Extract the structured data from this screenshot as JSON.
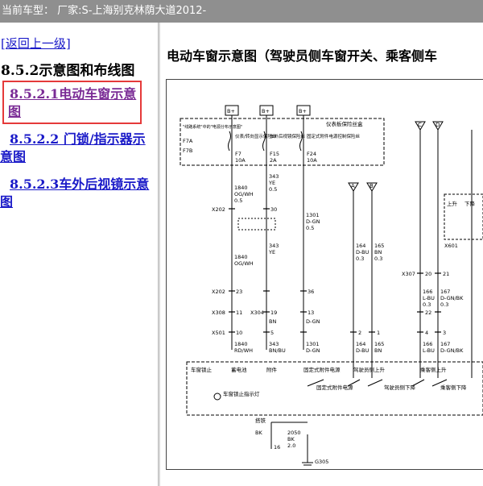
{
  "window": {
    "title": "当前车型：  厂家:S-上海别克林荫大道2012-"
  },
  "nav": {
    "back_label": "[返回上一级]",
    "section_title": "8.5.2示意图和布线图",
    "items": [
      {
        "label": "8.5.2.1电动车窗示意图"
      },
      {
        "label": "8.5.2.2 门锁/指示器示意图"
      },
      {
        "label": "8.5.2.3车外后视镜示意图"
      }
    ]
  },
  "diagram": {
    "title": "电动车窗示意图（驾驶员侧车窗开关、乘客侧车",
    "bplus": "B+",
    "panel_title": "仪表板保险丝盒",
    "fuse_note": "\"线路系统\"中的\"电源分布示意图\"",
    "fuses": [
      {
        "pins": [
          "F7A",
          "F7B"
        ],
        "name": "仪表/转向显示保险丝",
        "id": "F7",
        "rating": "10A"
      },
      {
        "pins": [],
        "name": "车外后视镜保险丝",
        "id": "F15",
        "rating": "2A"
      },
      {
        "pins": [],
        "name": "固定式附件电源控制保险丝",
        "id": "F24",
        "rating": "10A"
      }
    ],
    "conn_a": "A",
    "conn_b": "B",
    "conn_c": "C",
    "conn_d": "D",
    "wires": [
      {
        "circuit": "1840",
        "color": "OG/WH",
        "gauge": "0.5"
      },
      {
        "circuit": "343",
        "color": "YE",
        "gauge": "0.5"
      },
      {
        "circuit": "1301",
        "color": "D-GN",
        "gauge": "0.5"
      },
      {
        "circuit": "164",
        "color": "D-BU",
        "gauge": "0.3"
      },
      {
        "circuit": "165",
        "color": "BN",
        "gauge": "0.3"
      },
      {
        "circuit": "166",
        "color": "L-BU",
        "gauge": "0.3"
      },
      {
        "circuit": "167",
        "color": "D-GN/BK",
        "gauge": "0.3"
      },
      {
        "circuit": "2050",
        "color": "BK",
        "gauge": "2.0"
      }
    ],
    "connectors": [
      "X202",
      "X308",
      "X304",
      "X501",
      "X307",
      "X601"
    ],
    "pins": [
      "23",
      "30",
      "36",
      "11",
      "19",
      "13",
      "10",
      "5",
      "2",
      "1",
      "4",
      "3",
      "20",
      "21",
      "22",
      "16"
    ],
    "wire_labels": {
      "og_wh": "OG/WH",
      "rd_wh": "RD/WH",
      "bn": "BN",
      "bn_bu": "BN/BU",
      "d_gn": "D-GN",
      "l_bu": "L-BU",
      "d_bu": "D-BU",
      "d_gn_bk": "D-GN/BK",
      "bk": "BK",
      "ye": "YE"
    },
    "bottom_labels": {
      "battery": "蓄电池",
      "accessory": "附件",
      "fixed_acc": "固定式附件电源",
      "fixed_acc2": "固定式附件电源",
      "driver_up": "驾驶员侧上升",
      "driver_down": "驾驶员侧下降",
      "pass_up": "乘客侧上升",
      "pass_down": "乘客侧下降",
      "lock_light": "车窗锁止指示灯",
      "lockout": "车窗锁止",
      "ground": "搭铁",
      "g305": "G305",
      "up": "上升",
      "down": "下降"
    }
  }
}
